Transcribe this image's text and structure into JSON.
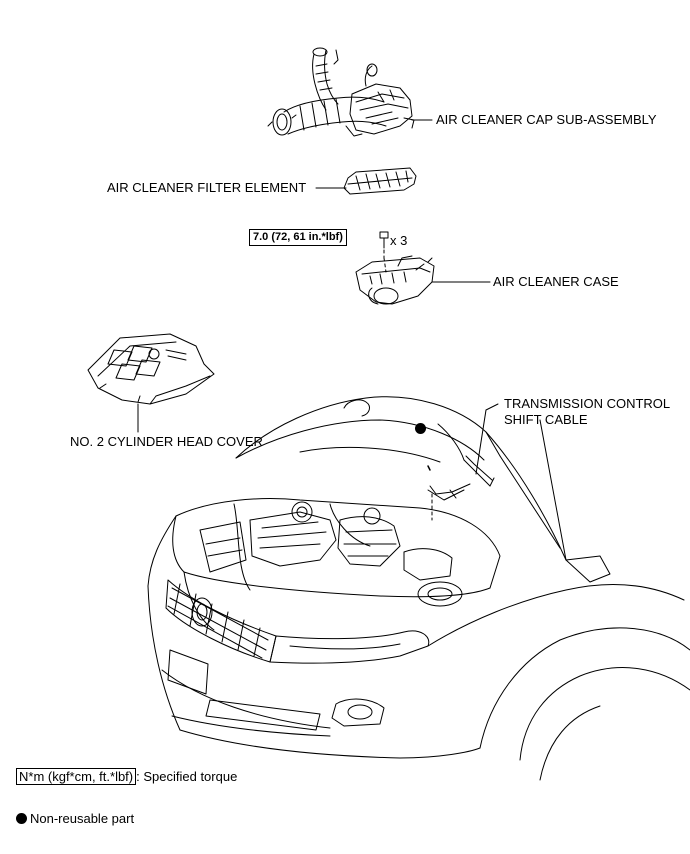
{
  "labels": {
    "air_cleaner_cap": "AIR CLEANER CAP SUB-ASSEMBLY",
    "filter_element": "AIR CLEANER FILTER ELEMENT",
    "air_cleaner_case": "AIR CLEANER CASE",
    "cylinder_head_cover": "NO. 2 CYLINDER HEAD COVER",
    "shift_cable_line1": "TRANSMISSION CONTROL",
    "shift_cable_line2": "SHIFT CABLE"
  },
  "torque": {
    "value": "7.0 (72, 61 in.*lbf)",
    "quantity": "x 3"
  },
  "legend": {
    "torque_unit": "N*m (kgf*cm, ft.*lbf)",
    "torque_desc": ": Specified torque",
    "non_reusable": "Non-reusable part"
  }
}
